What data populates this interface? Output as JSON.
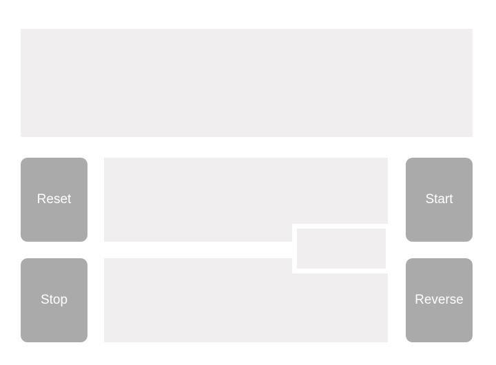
{
  "controls": {
    "reset_label": "Reset",
    "stop_label": "Stop",
    "start_label": "Start",
    "reverse_label": "Reverse"
  },
  "colors": {
    "panel": "#f0eeef",
    "button": "#aaaaaa",
    "button_text": "#ffffff",
    "background": "#ffffff"
  }
}
